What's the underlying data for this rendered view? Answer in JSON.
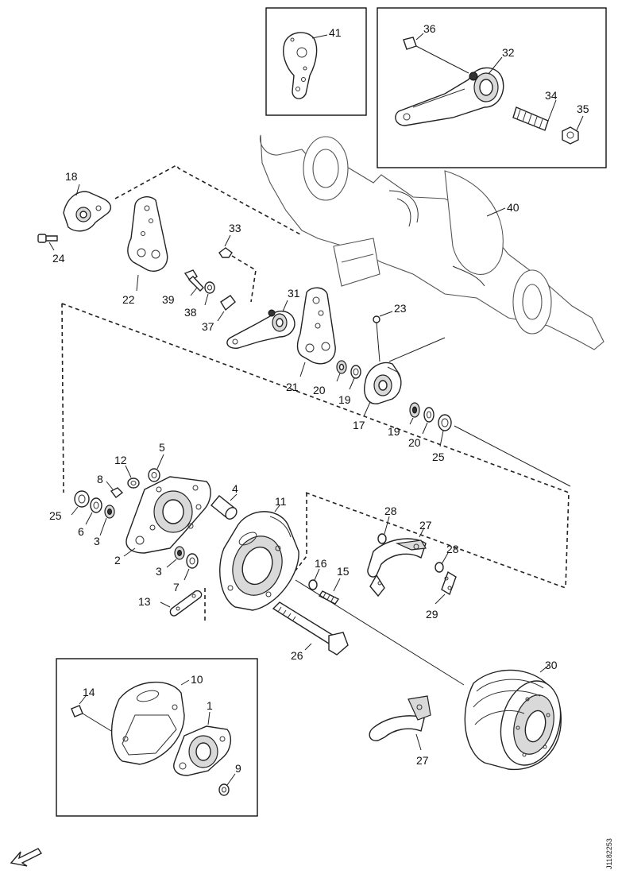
{
  "diagram": {
    "document_id": "J1182253",
    "inset_boxes": [
      {
        "name": "inset-bracket-41",
        "labels": [
          "41"
        ]
      },
      {
        "name": "inset-slack-adjuster",
        "labels": [
          "36",
          "32",
          "34",
          "35"
        ]
      },
      {
        "name": "inset-dust-shield",
        "labels": [
          "14",
          "10",
          "1",
          "9"
        ]
      }
    ],
    "callouts": {
      "c41": "41",
      "c36": "36",
      "c32": "32",
      "c34": "34",
      "c35": "35",
      "c18": "18",
      "c24": "24",
      "c40": "40",
      "c33": "33",
      "c22": "22",
      "c39": "39",
      "c38": "38",
      "c37": "37",
      "c31": "31",
      "c23": "23",
      "c21": "21",
      "c20a": "20",
      "c19a": "19",
      "c17": "17",
      "c19b": "19",
      "c20b": "20",
      "c25a": "25",
      "c5": "5",
      "c12": "12",
      "c8": "8",
      "c25b": "25",
      "c6": "6",
      "c3a": "3",
      "c2": "2",
      "c4": "4",
      "c11": "11",
      "c28a": "28",
      "c27a": "27",
      "c28b": "28",
      "c3b": "3",
      "c7": "7",
      "c16": "16",
      "c15": "15",
      "c13": "13",
      "c29": "29",
      "c26": "26",
      "c30": "30",
      "c14": "14",
      "c10": "10",
      "c1": "1",
      "c9": "9",
      "c27b": "27"
    }
  }
}
